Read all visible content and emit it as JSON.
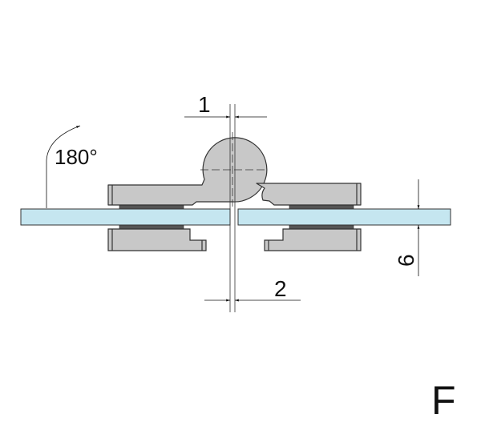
{
  "labels": {
    "angle": "180°",
    "dim_top": "1",
    "dim_bottom": "2",
    "dim_thickness": "6",
    "figure_letter": "F"
  },
  "colors": {
    "glass": "#c5e6f0",
    "metal": "#c8c8c8",
    "gasket": "#555555",
    "line": "#111111"
  }
}
